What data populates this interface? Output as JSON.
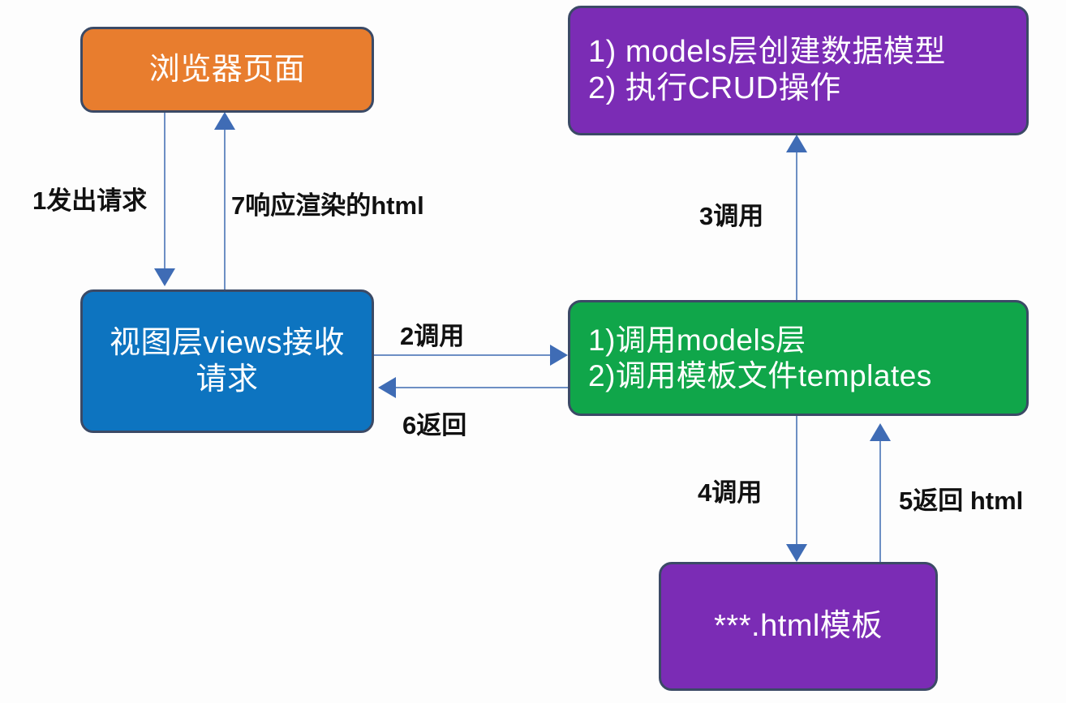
{
  "diagram": {
    "title": "Django MTV request flow diagram",
    "colors": {
      "browser": "#e87d2e",
      "views": "#0d74c0",
      "models": "#7b2cb5",
      "templates_calls": "#10a64a",
      "html_template": "#7b2cb5",
      "node_border": "#3b4a66",
      "connector": "#6d8fc4",
      "arrowhead": "#3f6cb5",
      "label_text": "#111111",
      "node_text": "#ffffff",
      "background": "#fdfdfd"
    },
    "nodes": {
      "browser": {
        "label": "浏览器页面"
      },
      "models": {
        "label": "1) models层创建数据模型\n2) 执行CRUD操作"
      },
      "views": {
        "label": "视图层views接收请求"
      },
      "template_calls": {
        "label": "1)调用models层\n2)调用模板文件templates"
      },
      "html_template": {
        "label": "***.html模板"
      }
    },
    "edges": {
      "request": {
        "label": "1发出请求"
      },
      "views_call_green": {
        "label": "2调用"
      },
      "green_call_models": {
        "label": "3调用"
      },
      "green_call_template": {
        "label": "4调用"
      },
      "template_return_html": {
        "label": "5返回 html"
      },
      "green_return_views": {
        "label": "6返回"
      },
      "response_rendered_html": {
        "label": "7响应渲染的html"
      }
    }
  }
}
